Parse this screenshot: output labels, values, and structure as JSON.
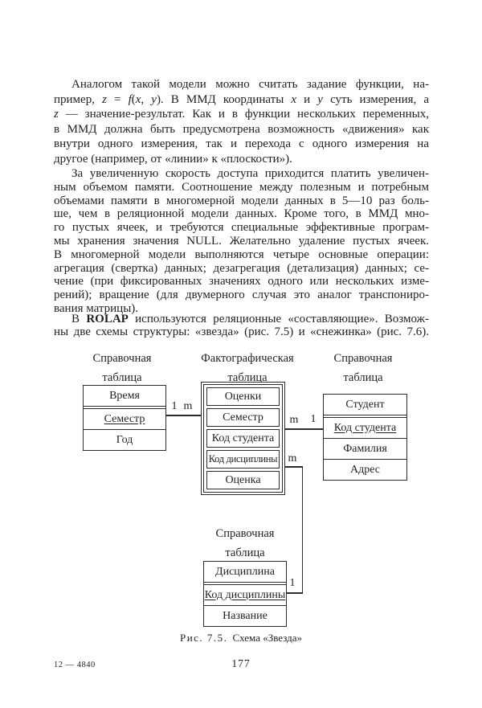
{
  "colors": {
    "background": "#ffffff",
    "text": "#211f1e",
    "line": "#2e2c2a"
  },
  "paragraphs": [
    {
      "name": "para-function-analogy",
      "lines": [
        [
          [
            "Аналогом такой модели можно считать задание функции, на-",
            ""
          ]
        ],
        [
          [
            "пример, ",
            ""
          ],
          [
            "z",
            "i"
          ],
          [
            " = ",
            ""
          ],
          [
            "f",
            "i"
          ],
          [
            "(",
            ""
          ],
          [
            "x",
            "i"
          ],
          [
            ", ",
            ""
          ],
          [
            "y",
            "i"
          ],
          [
            "). В ММД координаты ",
            ""
          ],
          [
            "x",
            "i"
          ],
          [
            " и ",
            ""
          ],
          [
            "y",
            "i"
          ],
          [
            " суть измерения, а",
            ""
          ]
        ],
        [
          [
            "z",
            "i"
          ],
          [
            " — значение-результат. Как и в функции нескольких переменных,",
            ""
          ]
        ],
        [
          [
            "в ММД должна быть предусмотрена возможность «движения» как",
            ""
          ]
        ],
        [
          [
            "внутри одного измерения, так и перехода с одного измерения на",
            ""
          ]
        ],
        [
          [
            "другое (например, от «линии» к «плоскости»).",
            ""
          ]
        ]
      ]
    },
    {
      "name": "para-memory-operations",
      "lines": [
        [
          [
            "За увеличенную скорость доступа приходится платить увеличен-",
            ""
          ]
        ],
        [
          [
            "ным объемом памяти. Соотношение между полезным и потребным",
            ""
          ]
        ],
        [
          [
            "объемами памяти в многомерной модели данных в 5—10 раз боль-",
            ""
          ]
        ],
        [
          [
            "ше, чем в реляционной модели данных. Кроме того, в ММД мно-",
            ""
          ]
        ],
        [
          [
            "го пустых ячеек, и требуются специальные эффективные програм-",
            ""
          ]
        ],
        [
          [
            "мы хранения значения NULL. Желательно удаление пустых ячеек.",
            ""
          ]
        ],
        [
          [
            "В многомерной модели выполняются четыре основные операции:",
            ""
          ]
        ],
        [
          [
            "агрегация (свертка) данных; дезагрегация (детализация) данных; се-",
            ""
          ]
        ],
        [
          [
            "чение (при фиксированных значениях одного или нескольких изме-",
            ""
          ]
        ],
        [
          [
            "рений); вращение (для двумерного случая это аналог транспониро-",
            ""
          ]
        ],
        [
          [
            "вания матрицы).",
            ""
          ]
        ]
      ]
    },
    {
      "name": "para-rolap",
      "lines": [
        [
          [
            "В ",
            ""
          ],
          [
            "ROLAP",
            "b"
          ],
          [
            " используются реляционные «составляющие». Возмож-",
            ""
          ]
        ],
        [
          [
            "ны две схемы структуры: «звезда» (рис. 7.5) и «снежинка» (рис. 7.6).",
            ""
          ]
        ]
      ]
    }
  ],
  "diagram": {
    "labels": [
      {
        "lines": [
          "Справочная",
          "таблица"
        ]
      },
      {
        "lines": [
          "Фактографическая",
          "таблица"
        ]
      },
      {
        "lines": [
          "Справочная",
          "таблица"
        ]
      },
      {
        "lines": [
          "Справочная",
          "таблица"
        ]
      }
    ],
    "tables": {
      "time": {
        "header": "Время",
        "rows": [
          "Семестр",
          "Год"
        ]
      },
      "fact": {
        "rows": [
          "Оценки",
          "Семестр",
          "Код студента",
          "Код дисциплины",
          "Оценка"
        ]
      },
      "student": {
        "header": "Студент",
        "rows": [
          "Код студента",
          "Фамилия",
          "Адрес"
        ]
      },
      "discipline": {
        "header": "Дисциплина",
        "rows": [
          "Код дисциплины",
          "Название"
        ]
      }
    },
    "connectors": {
      "time_fact": {
        "one": "1",
        "many": "m"
      },
      "fact_student": {
        "many": "m",
        "one": "1"
      },
      "fact_discipline": {
        "many": "m",
        "one": "1"
      }
    },
    "caption": {
      "label": "Рис. 7.5.",
      "text": "Схема «Звезда»"
    }
  },
  "footer": {
    "signature": "12 — 4840",
    "page_number": "177"
  }
}
